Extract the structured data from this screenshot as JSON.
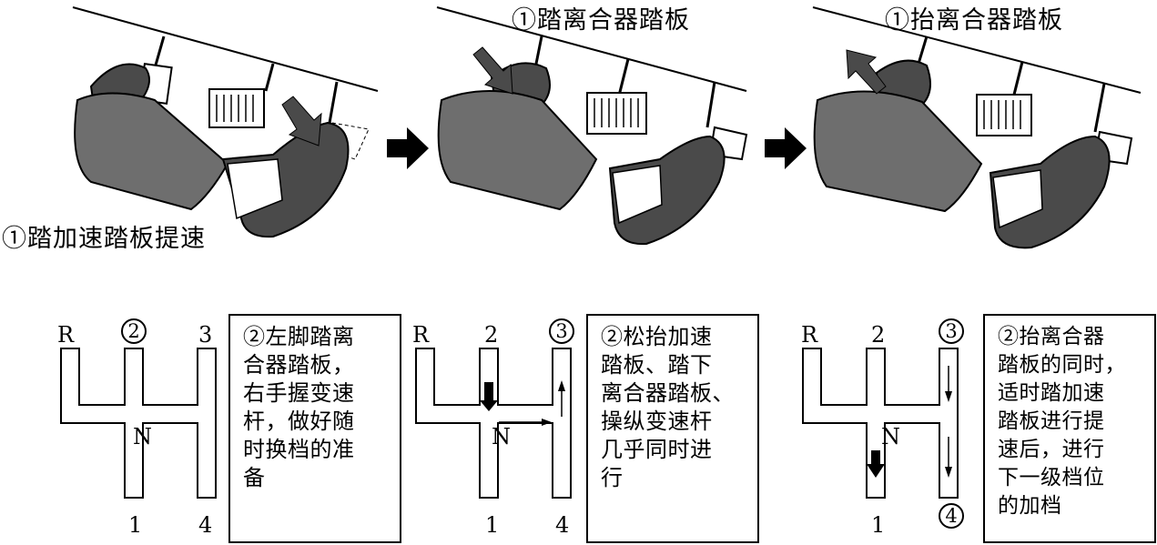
{
  "top_panels": [
    {
      "caption": "①踏加速踏板提速"
    },
    {
      "caption": "①踏离合器踏板"
    },
    {
      "caption": "①抬离合器踏板"
    }
  ],
  "shift_panels": [
    {
      "gears": {
        "reverse": "R",
        "first": "1",
        "second": "2",
        "third": "3",
        "fourth": "4",
        "neutral": "N"
      },
      "circled_gear": "2",
      "note_lines": [
        "②左脚踏离",
        "合器踏板，",
        "右手握变速",
        "杆，做好随",
        "时换档的准",
        "备"
      ]
    },
    {
      "gears": {
        "reverse": "R",
        "first": "1",
        "second": "2",
        "third": "3",
        "fourth": "4",
        "neutral": "N"
      },
      "circled_gear": "3",
      "note_lines": [
        "②松抬加速",
        "踏板、踏下",
        "离合器踏板、",
        "操纵变速杆",
        "几乎同时进",
        "行"
      ]
    },
    {
      "gears": {
        "reverse": "R",
        "first": "1",
        "second": "2",
        "third": "3",
        "fourth": "4",
        "neutral": "N"
      },
      "circled_gears": [
        "3",
        "4"
      ],
      "note_lines": [
        "②抬离合器",
        "踏板的同时，",
        "适时踏加速",
        "踏板进行提",
        "速后，进行",
        "下一级档位",
        "的加档"
      ]
    }
  ],
  "colors": {
    "ink": "#000000",
    "shoe": "#4a4a4a",
    "pant": "#6e6e6e",
    "floor": "#ffffff"
  }
}
